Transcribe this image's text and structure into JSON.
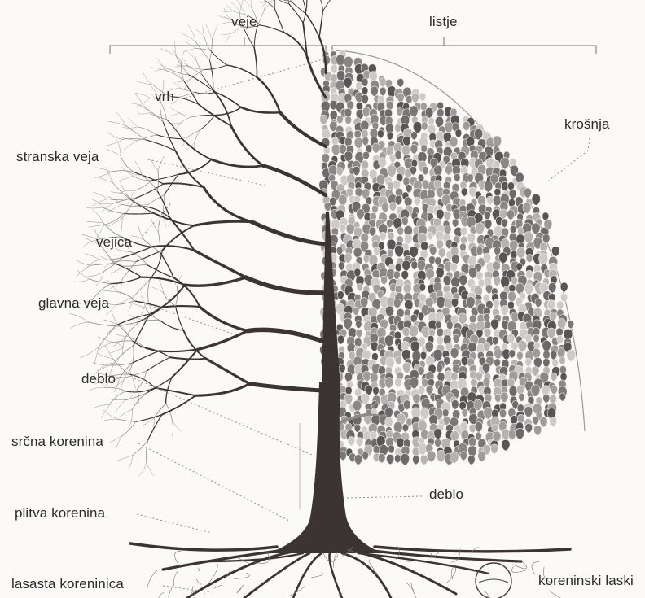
{
  "header": {
    "left": "veje",
    "right": "listje"
  },
  "labels": {
    "vrh": "vrh",
    "stranska_veja": "stranska veja",
    "vejica": "vejica",
    "glavna_veja": "glavna veja",
    "deblo_left": "deblo",
    "srcna_korenina": "srčna korenina",
    "plitva_korenina": "plitva korenina",
    "lasasta_koreninica": "lasasta koreninica",
    "krosnja": "krošnja",
    "deblo_right": "deblo",
    "koreninski_laski": "koreninski laski"
  },
  "colors": {
    "line": "#8a8a8a",
    "trunk": "#3b3433",
    "leaf_palette": [
      "#6e6a6b",
      "#8b8686",
      "#a19c9c",
      "#b8b3b3",
      "#595455",
      "#cfcaca",
      "#7c7777"
    ]
  }
}
